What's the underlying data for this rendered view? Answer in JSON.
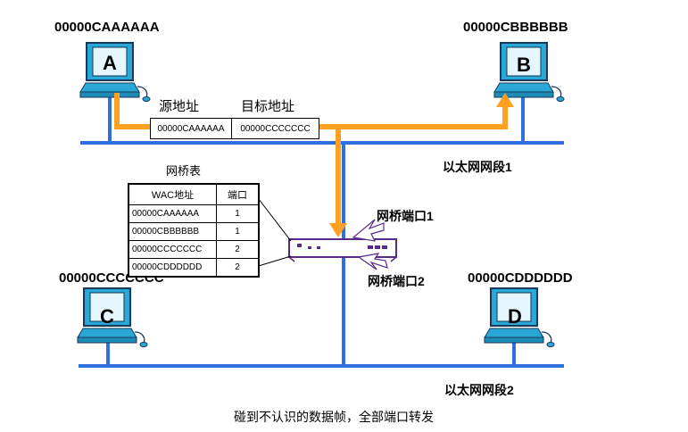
{
  "hosts": {
    "A": {
      "letter": "A",
      "mac": "00000CAAAAAA"
    },
    "B": {
      "letter": "B",
      "mac": "00000CBBBBBB"
    },
    "C": {
      "letter": "C",
      "mac": "00000CCCCCCC"
    },
    "D": {
      "letter": "D",
      "mac": "00000CDDDDDD"
    }
  },
  "frame": {
    "src_header": "源地址",
    "dst_header": "目标地址",
    "src": "00000CAAAAAA",
    "dst": "00000CCCCCCC"
  },
  "segments": {
    "seg1": "以太网网段1",
    "seg2": "以太网网段2"
  },
  "bridge_ports": {
    "port1": "网桥端口1",
    "port2": "网桥端口2"
  },
  "table": {
    "title": "网桥表",
    "headers": [
      "WAC地址",
      "端口"
    ],
    "rows": [
      [
        "00000CAAAAAA",
        "1"
      ],
      [
        "00000CBBBBBB",
        "1"
      ],
      [
        "00000CCCCCCC",
        "2"
      ],
      [
        "00000CDDDDDD",
        "2"
      ]
    ]
  },
  "caption": "碰到不认识的数据帧，全部端口转发",
  "colors": {
    "network": "#2f6fe0",
    "frame_path": "#ffa020",
    "monitor": "#1fa0cc",
    "bridge": "#5a2a8a"
  }
}
